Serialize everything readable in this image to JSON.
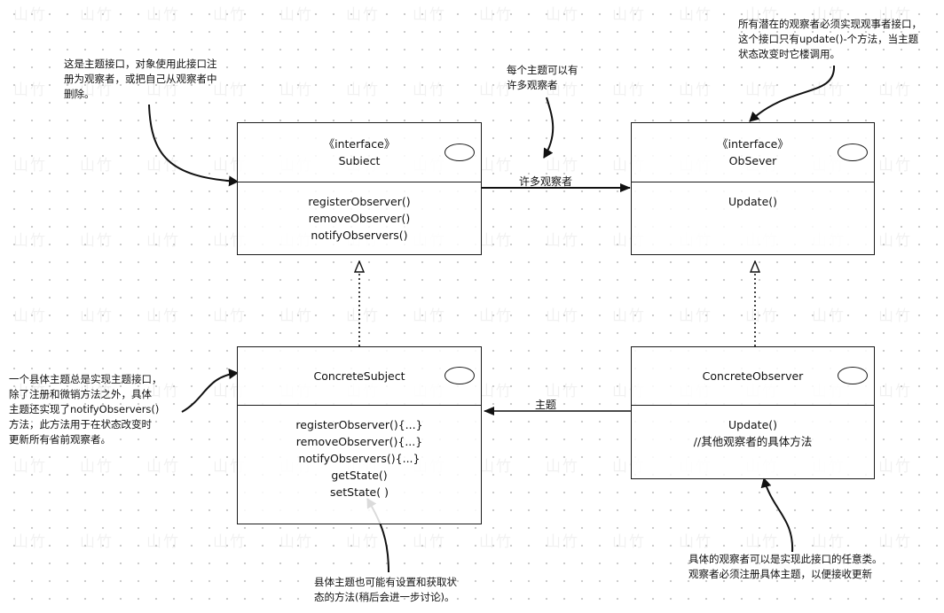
{
  "watermark": "山竹",
  "subject": {
    "stereotype": "《interface》",
    "name": "Subiect",
    "methods": [
      "registerObserver()",
      "removeObserver()",
      "notifyObservers()"
    ]
  },
  "observer": {
    "stereotype": "《interface》",
    "name": "ObSever",
    "methods": [
      "Update()"
    ]
  },
  "concrete_subject": {
    "name": "ConcreteSubject",
    "methods": [
      "registerObserver(){...}",
      "removeObserver(){...}",
      "notifyObservers(){...}",
      "getState()",
      "setState( )"
    ]
  },
  "concrete_observer": {
    "name": "ConcreteObserver",
    "methods": [
      "Update()",
      "//其他观察者的具体方法"
    ]
  },
  "labels": {
    "many_observers": "许多观察者",
    "subject_link": "主题"
  },
  "notes": {
    "subject_interface": [
      "这是主题接口，对象使用此接口注",
      "册为观察者，或把自己从观察者中",
      "删除。"
    ],
    "many": [
      "每个主题可以有",
      "许多观察者"
    ],
    "observer_interface": [
      "所有潜在的观察者必须实现观事者接口，",
      "这个接口只有update()-个方法，当主题",
      "状态改变时它楼调用。"
    ],
    "concrete_subject": [
      "一个县体主题总是实现主题接口，",
      "除了注册和微销方法之外，具体",
      "主题还实现了notifyObservers()",
      "方法，此方法用于在状态改变时",
      "更新所有省前观察者。"
    ],
    "state": [
      "县体主题也可能有设置和获取状",
      "态的方法(稍后会进一步讨论)。"
    ],
    "concrete_observer": [
      "具体的观察者可以是实现此接口的任意类。",
      "观察者必须注册具体主题，以便接收更新"
    ]
  }
}
